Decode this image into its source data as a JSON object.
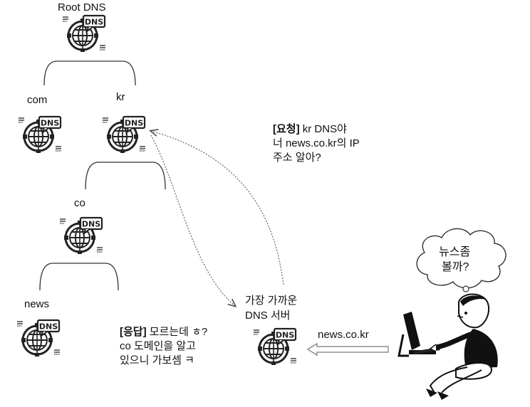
{
  "nodes": {
    "root": {
      "label": "Root DNS",
      "badge": "DNS"
    },
    "com": {
      "label": "com",
      "badge": "DNS"
    },
    "kr": {
      "label": "kr",
      "badge": "DNS"
    },
    "co": {
      "label": "co",
      "badge": "DNS"
    },
    "news": {
      "label": "news",
      "badge": "DNS"
    },
    "nearest": {
      "label_line1": "가장 가까운",
      "label_line2": "DNS 서버",
      "badge": "DNS"
    }
  },
  "request_note": {
    "tag": "[요청]",
    "line1_rest": " kr DNS야",
    "line2": "너 news.co.kr의 IP",
    "line3": "주소 알아?"
  },
  "response_note": {
    "tag": "[응답]",
    "line1_rest": " 모르는데 ㅎ?",
    "line2": "co 도메인을 알고",
    "line3": "있으니 가보셈 ㅋ"
  },
  "query_arrow_label": "news.co.kr",
  "thought_bubble": {
    "line1": "뉴스좀",
    "line2": "볼까?"
  },
  "icon_names": {
    "dns_server": "dns-globe-server-icon",
    "user": "person-at-computer-icon",
    "cloud": "thought-cloud-icon"
  }
}
